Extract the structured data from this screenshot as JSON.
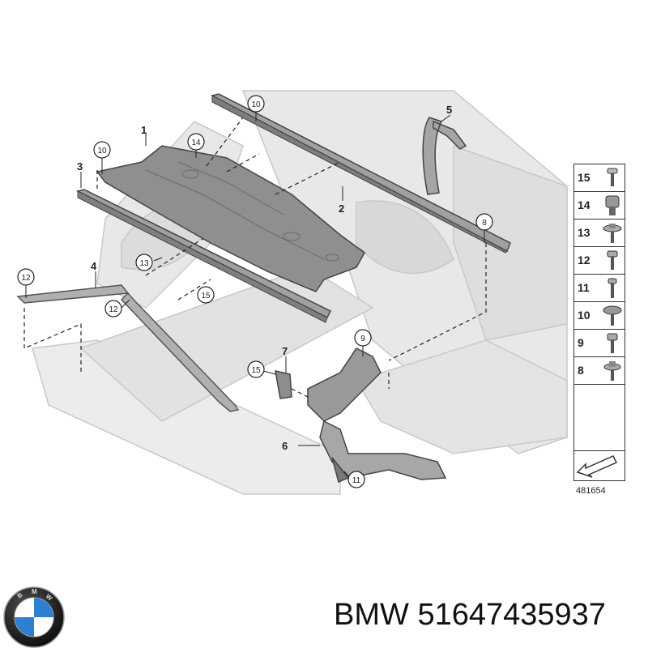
{
  "callouts": {
    "c1": "1",
    "c2": "2",
    "c3": "3",
    "c4": "4",
    "c5": "5",
    "c6": "6",
    "c7": "7",
    "c8": "8",
    "c9": "9",
    "c10a": "10",
    "c10b": "10",
    "c11": "11",
    "c12a": "12",
    "c12b": "12",
    "c13": "13",
    "c14": "14",
    "c15a": "15",
    "c15b": "15"
  },
  "legend": {
    "items": [
      "15",
      "14",
      "13",
      "12",
      "11",
      "10",
      "9",
      "8"
    ],
    "icons": [
      "screw-icon",
      "expanding-nut-icon",
      "collar-screw-icon",
      "screw-icon",
      "screw-icon",
      "flange-screw-icon",
      "screw-icon",
      "collar-screw-icon"
    ]
  },
  "drawing_number": "481654",
  "footer": {
    "brand": "BMW",
    "part_number": "51647435937",
    "logo_letters": "BMW",
    "colors": {
      "logo_blue": "#2e7fd0",
      "logo_black": "#111111"
    }
  },
  "colors": {
    "line": "#333333",
    "part_fill": "#9a9a9a",
    "body_fill": "#e6e6e6"
  }
}
